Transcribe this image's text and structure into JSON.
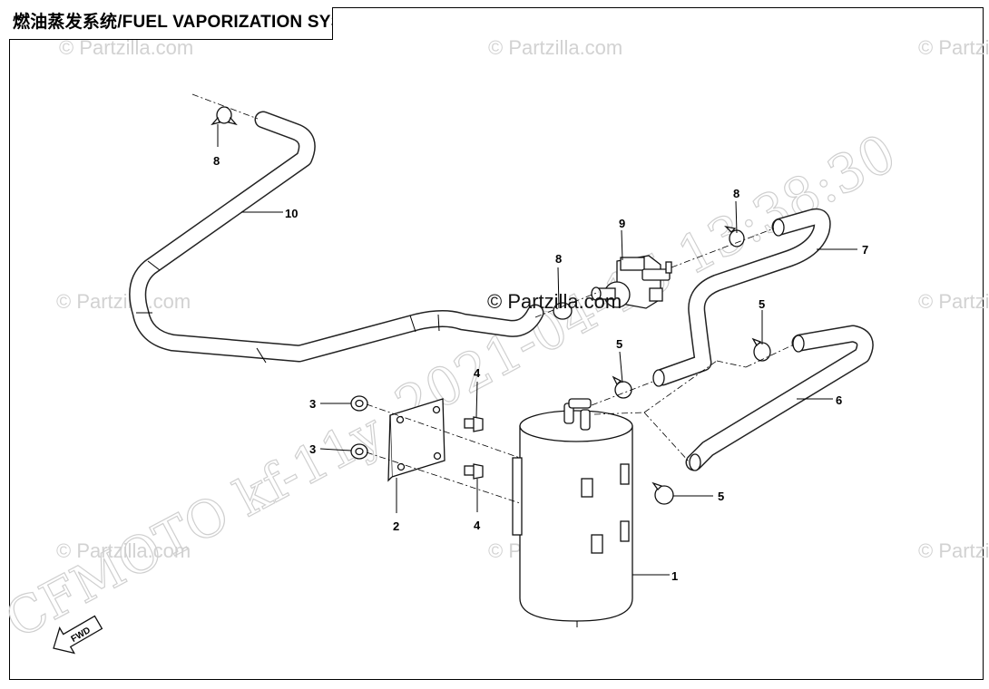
{
  "title": "燃油蒸发系统/FUEL VAPORIZATION SYSTEM",
  "watermarks": {
    "partzilla": "© Partzilla.com",
    "partzilla_center": "© Partzilla.com",
    "date": "2021-04-15 13:38:30",
    "model": "CFMOTO kf-11y"
  },
  "callouts": {
    "c1": "1",
    "c2": "2",
    "c3a": "3",
    "c3b": "3",
    "c4a": "4",
    "c4b": "4",
    "c5a": "5",
    "c5b": "5",
    "c5c": "5",
    "c6": "6",
    "c7": "7",
    "c8a": "8",
    "c8b": "8",
    "c8c": "8",
    "c9": "9",
    "c10": "10"
  },
  "fwd_label": "FWD"
}
